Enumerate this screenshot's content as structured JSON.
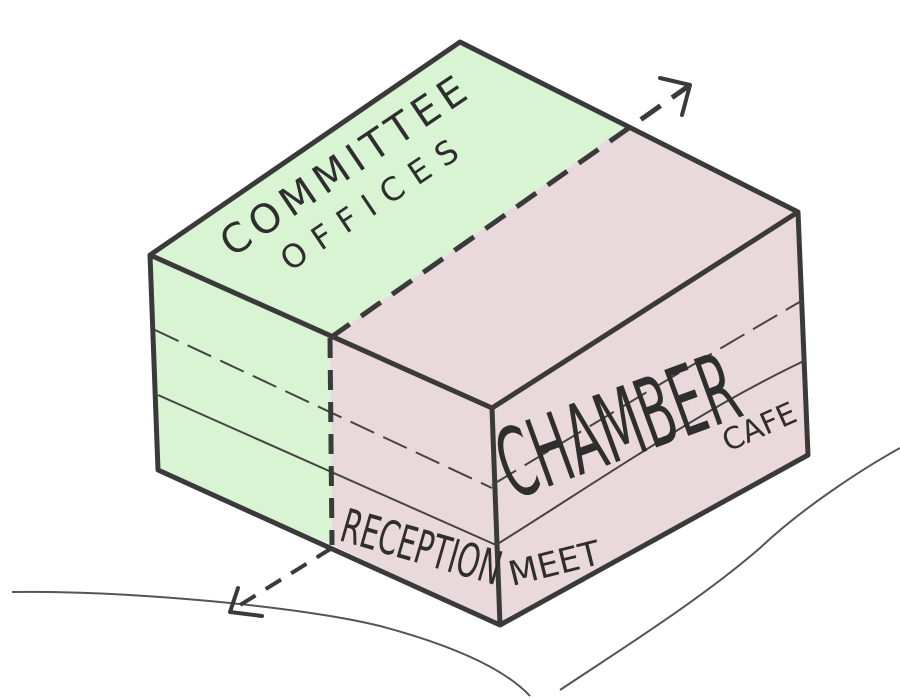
{
  "colors": {
    "paper": "#ffffff",
    "ink": "#3a3a3a",
    "committee_zone": "#d9f4d3",
    "chamber_zone": "#ead9dc"
  },
  "labels": {
    "committee": "COMMITTEE",
    "offices": "OFFICES",
    "chamber": "CHAMBER",
    "cafe": "CAFE",
    "reception": "RECEPTION",
    "meet": "MEET"
  }
}
